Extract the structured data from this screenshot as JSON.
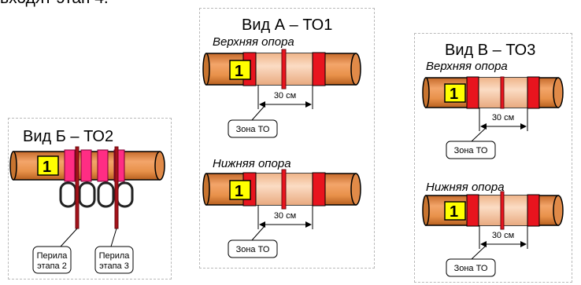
{
  "intro_text": "входят этап 4.",
  "view_a": {
    "title": "Вид А – ТО1",
    "upper_label": "Верхняя опора",
    "lower_label": "Нижняя опора",
    "marker_number": "1",
    "dimension_text": "30 см",
    "zone_label": "Зона ТО"
  },
  "view_b": {
    "title": "Вид Б – ТО2",
    "marker_number": "1",
    "rail_stage2_line1": "Перила",
    "rail_stage2_line2": "этапа 2",
    "rail_stage3_line1": "Перила",
    "rail_stage3_line2": "этапа 3"
  },
  "view_v": {
    "title": "Вид В – ТО3",
    "upper_label": "Верхняя опора",
    "lower_label": "Нижняя опора",
    "marker_number": "1",
    "dimension_text": "30 см",
    "zone_label": "Зона ТО"
  },
  "colors": {
    "pipe_orange": "#e8914a",
    "zone_fill": "#f6c9a6",
    "band_red": "#e8141e",
    "marker_yellow": "#ffff00",
    "sling_pink": "#ff2d84",
    "rope_dark_red": "#a5121a"
  }
}
